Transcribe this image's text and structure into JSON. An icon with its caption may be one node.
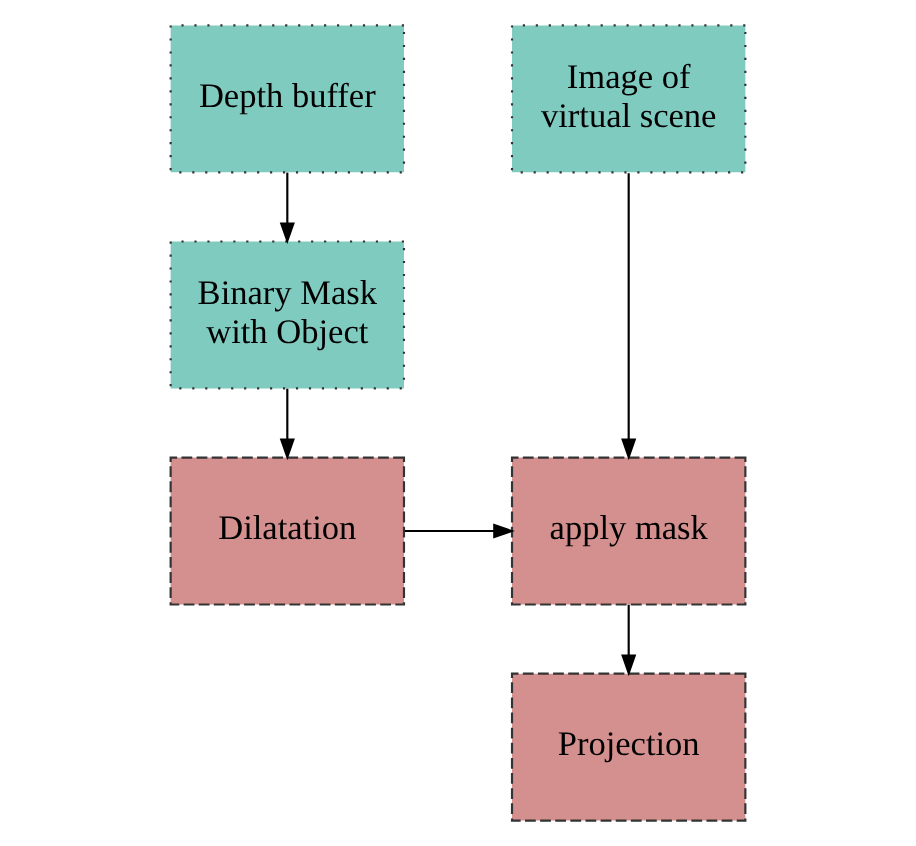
{
  "diagram": {
    "nodes": [
      {
        "text": [
          "Image of virtual scene"
        ]
      },
      {
        "text": [
          "Depth buffer"
        ]
      },
      {
        "text": [
          "Binary Mask with Object"
        ]
      },
      {
        "text": [
          "apply mask"
        ]
      },
      {
        "text": [
          "Dilatation"
        ]
      },
      {
        "text": [
          "Projection"
        ]
      }
    ],
    "edges": [
      {
        "from": 0,
        "to": 3,
        "arrow": "to"
      },
      {
        "from": 1,
        "to": 2,
        "arrow": "to"
      },
      {
        "from": 2,
        "to": 4,
        "arrow": "to"
      },
      {
        "from": 4,
        "to": 3,
        "arrow": "to"
      },
      {
        "from": 3,
        "to": 5,
        "arrow": "to"
      }
    ]
  }
}
